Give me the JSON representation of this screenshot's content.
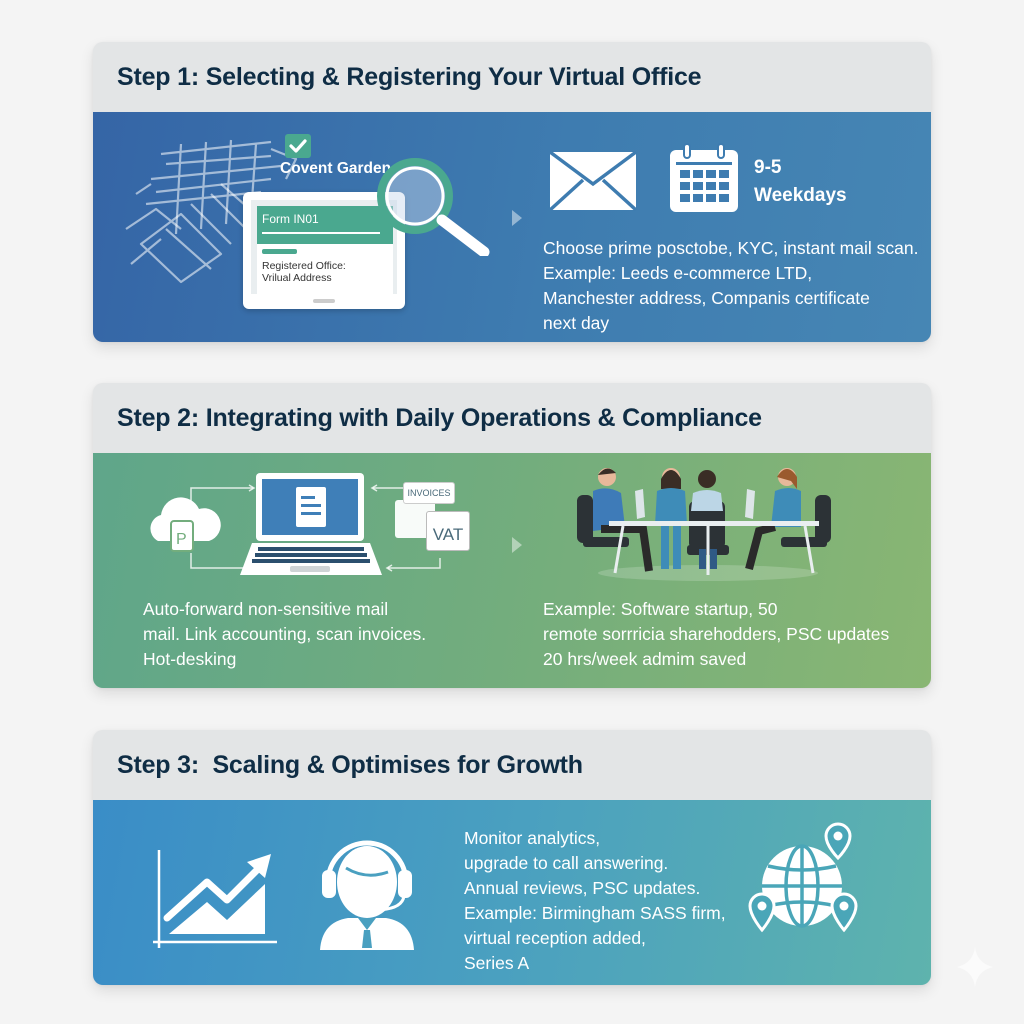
{
  "colors": {
    "page_bg": "#f4f4f4",
    "header_bg": "#e3e5e6",
    "title_text": "#0f2d45",
    "step1_body": "#3e7cb0",
    "step2_body": "#73ad7d",
    "step3_body": "#4aa0c0",
    "accent_teal": "#4aa88f"
  },
  "steps": [
    {
      "title": "Step 1: Selecting & Registering Your Virtual Office",
      "illustration": {
        "icons": [
          "city-map-icon",
          "checkbox-checked-icon",
          "tablet-form-icon",
          "magnifier-icon"
        ],
        "location_label": "Covent Garden",
        "form_title": "Form IN01",
        "form_line1": "Registered Office:",
        "form_line2": "Vrilual Address"
      },
      "features": {
        "icons": [
          "mail-envelope-icon",
          "calendar-icon"
        ],
        "hours_line1": "9-5",
        "hours_line2": "Weekdays"
      },
      "description": [
        "Choose prime posctobe, KYC, instant mail scan.",
        "Example: Leeds e-commerce LTD,",
        "Manchester address, Companis certificate",
        "next day"
      ]
    },
    {
      "title": "Step 2: Integrating with Daily Operations & Compliance",
      "illustration": {
        "icons": [
          "cloud-document-icon",
          "laptop-document-icon",
          "invoices-vat-icon"
        ],
        "invoices_label": "INVOICES",
        "vat_label": "VAT"
      },
      "description_left": [
        "Auto-forward non-sensitive mail",
        "mail. Link accounting, scan invoices.",
        "Hot-desking"
      ],
      "team_illustration": "team-meeting-icon",
      "description_right": [
        "Example: Software startup, 50",
        "remote sorrricia sharehodders, PSC updates",
        "20 hrs/week admim saved"
      ]
    },
    {
      "title": "Step 3:  Scaling & Optimises for Growth",
      "icons": [
        "growth-chart-icon",
        "headset-agent-icon",
        "globe-pins-icon"
      ],
      "description": [
        "Monitor analytics,",
        "upgrade to call answering.",
        "Annual reviews, PSC updates.",
        "Example: Birmingham SASS firm,",
        "virtual reception added,",
        "Series A"
      ]
    }
  ]
}
